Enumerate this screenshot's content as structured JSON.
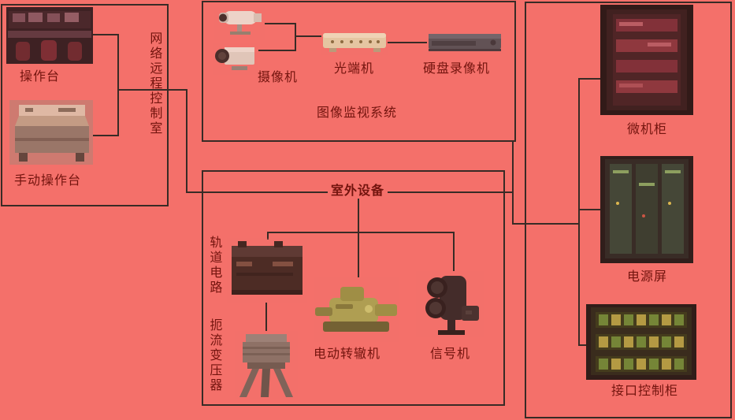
{
  "colors": {
    "background": "#f4706a",
    "line": "#382b26",
    "label": "#73140e"
  },
  "control_room": {
    "room_label_vertical": "网络远程控制室",
    "console_label": "操作台",
    "manual_console_label": "手动操作台"
  },
  "video_system": {
    "title": "图像监视系统",
    "camera_label": "摄像机",
    "optical_terminal_label": "光端机",
    "dvr_label": "硬盘录像机"
  },
  "outdoor_equipment": {
    "title": "室外设备",
    "track_circuit_label": "轨道电路",
    "choke_transformer_label": "扼流变压器",
    "switch_machine_label": "电动转辙机",
    "signal_label": "信号机"
  },
  "indoor_cabinets": {
    "micro_cabinet_label": "微机柜",
    "power_panel_label": "电源屏",
    "interface_cabinet_label": "接口控制柜"
  }
}
